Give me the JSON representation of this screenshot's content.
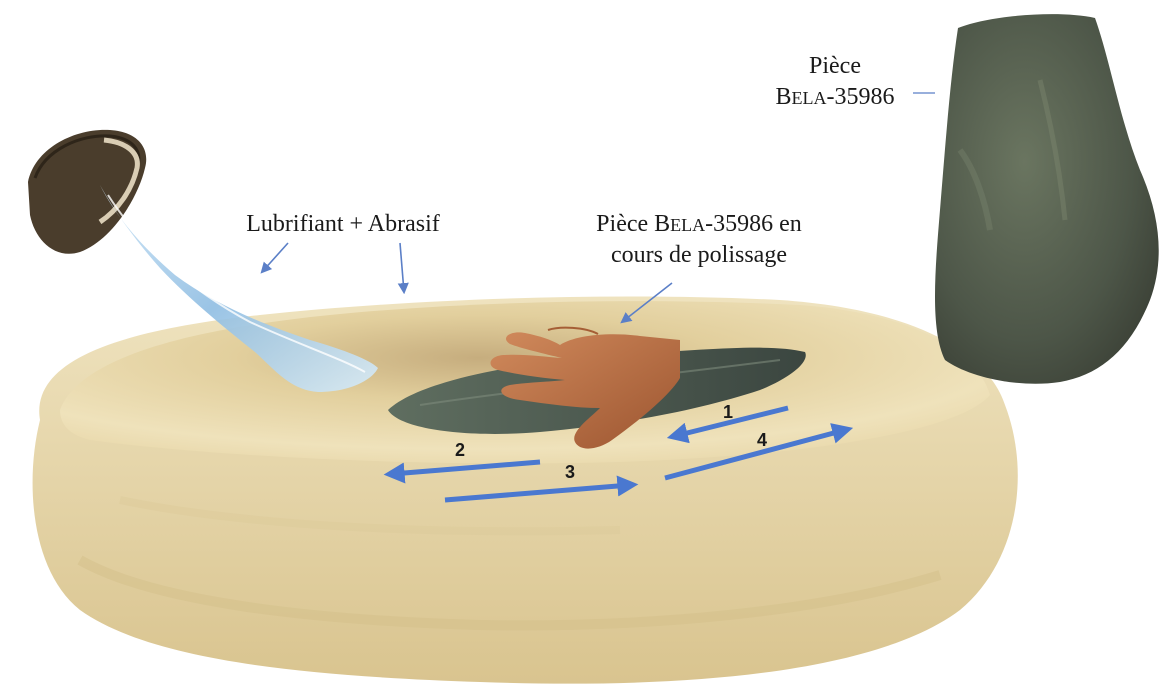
{
  "labels": {
    "piece_line1": "Pièce",
    "piece_line2_a": "B",
    "piece_line2_b": "ELA",
    "piece_line2_c": "-35986",
    "lubrifiant": "Lubrifiant + Abrasif",
    "polish_line1_a": "Pièce B",
    "polish_line1_b": "ELA",
    "polish_line1_c": "-35986 en",
    "polish_line2": "cours de polissage"
  },
  "steps": [
    "1",
    "2",
    "3",
    "4"
  ],
  "colors": {
    "arrow_blue": "#4a78d0",
    "pointer_blue": "#5b7fc7",
    "grindstone": "#e6d3a0",
    "stone_piece": "#4f5a4c",
    "hand": "#b86e3f",
    "water": "#9fc7e8",
    "bowl": "#4a3d2c"
  }
}
